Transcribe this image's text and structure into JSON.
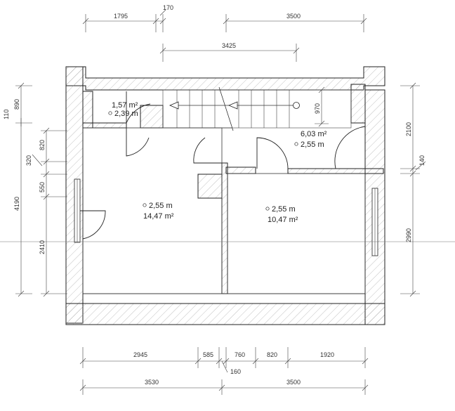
{
  "dimensions": {
    "top": [
      "1795",
      "170",
      "3500",
      "3425"
    ],
    "left": [
      "110",
      "890",
      "820",
      "320",
      "550",
      "4190",
      "2410"
    ],
    "right": [
      "2100",
      "140",
      "2990"
    ],
    "bottom_row1": [
      "2945",
      "585",
      "760",
      "820",
      "1920"
    ],
    "bottom_small": "160",
    "bottom_row2": [
      "3530",
      "3500"
    ],
    "stair_rise": "970"
  },
  "rooms": [
    {
      "area": "1,57 m²",
      "height": "2,39 m"
    },
    {
      "area": "6,03 m²",
      "height": "2,55 m"
    },
    {
      "height": "2,55 m",
      "area": "14,47 m²"
    },
    {
      "height": "2,55 m",
      "area": "10,47 m²"
    }
  ]
}
